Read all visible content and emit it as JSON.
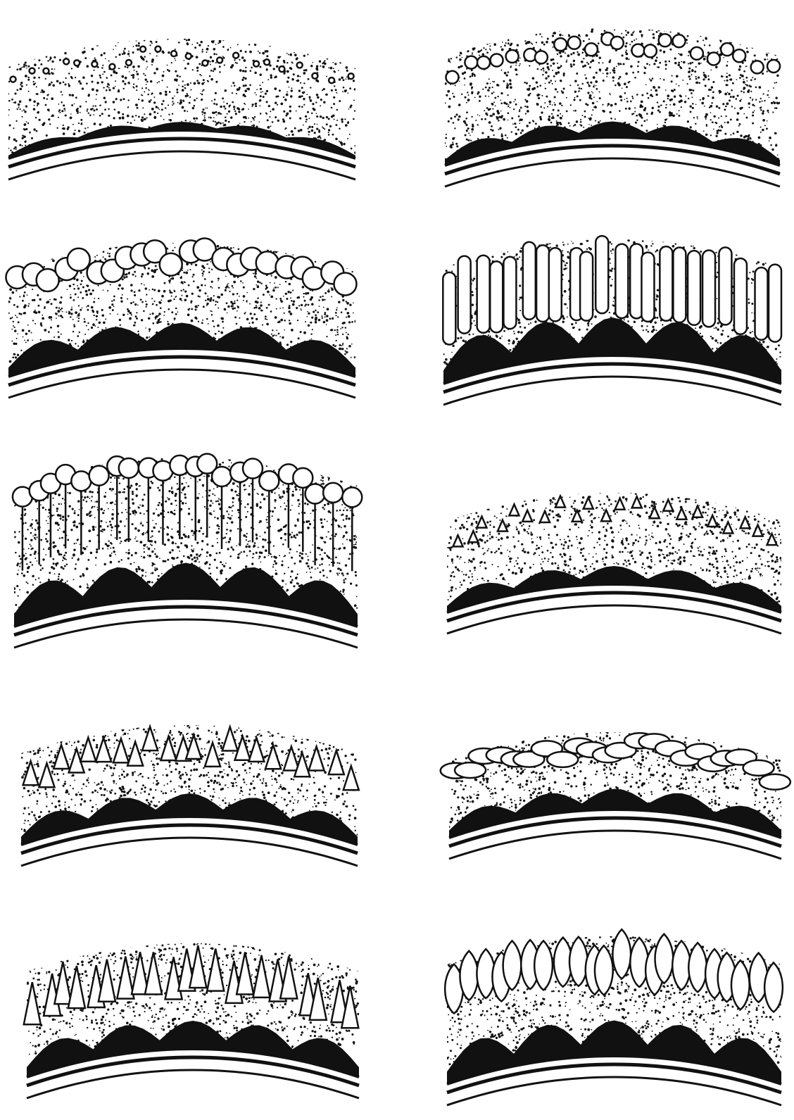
{
  "colors": {
    "ink": "#111111",
    "paper": "#ffffff"
  },
  "panels": [
    {
      "id": "granular-fine",
      "ornament": "granules",
      "fill_level": 0.0
    },
    {
      "id": "granular-coarse",
      "ornament": "granules-large",
      "fill_level": 0.15
    },
    {
      "id": "clavate-low",
      "ornament": "clavae",
      "fill_level": 0.35
    },
    {
      "id": "baculate",
      "ornament": "bacula",
      "fill_level": 0.6
    },
    {
      "id": "clavate-tall",
      "ornament": "clavae-stalked",
      "fill_level": 0.55
    },
    {
      "id": "echinate-small",
      "ornament": "small-spines",
      "fill_level": 0.2
    },
    {
      "id": "echinate-medium",
      "ornament": "spines",
      "fill_level": 0.3
    },
    {
      "id": "verrucate",
      "ornament": "verrucae",
      "fill_level": 0.25
    },
    {
      "id": "echinate-long",
      "ornament": "long-spines",
      "fill_level": 0.4
    },
    {
      "id": "gemmate",
      "ornament": "gemmae",
      "fill_level": 0.55
    }
  ]
}
